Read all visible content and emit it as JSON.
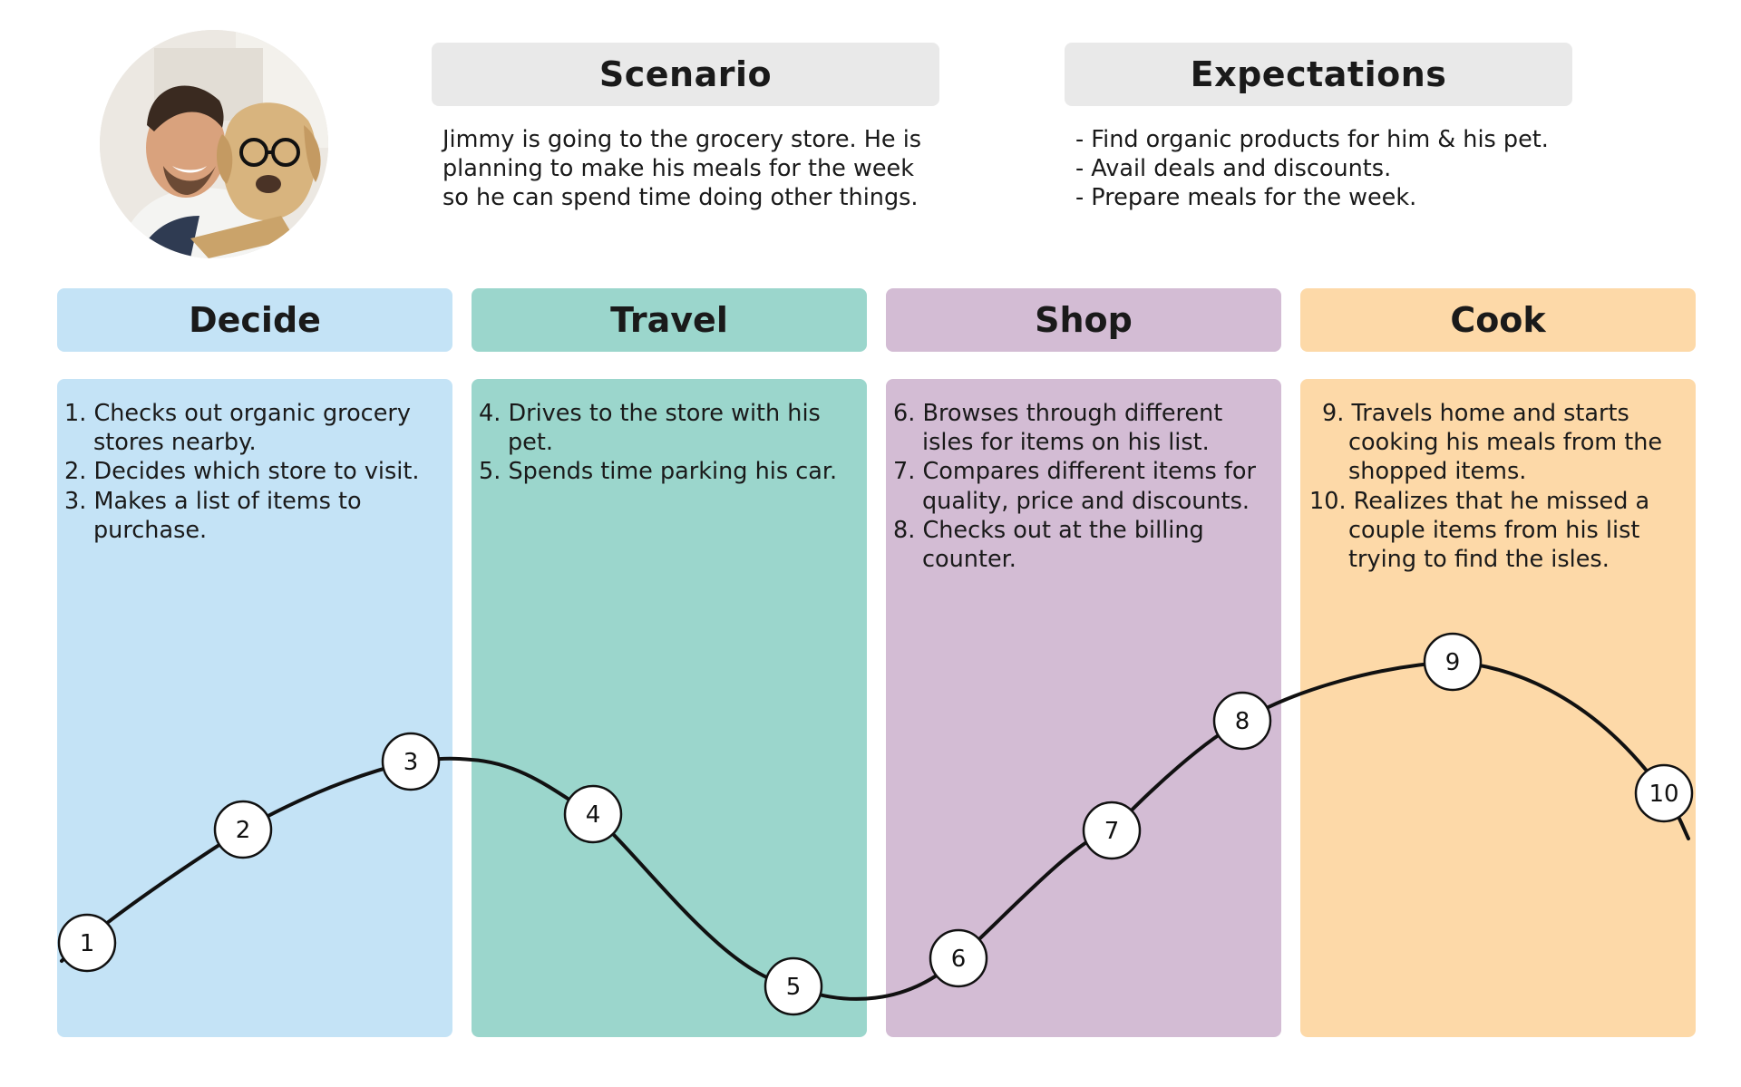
{
  "scenario": {
    "title": "Scenario",
    "lines": [
      "Jimmy is going to the grocery store. He is",
      "planning to make his meals for the week",
      "so he can spend time doing other things."
    ]
  },
  "expectations": {
    "title": "Expectations",
    "lines": [
      "- Find organic products for him & his pet.",
      "- Avail deals and discounts.",
      "- Prepare meals for the week."
    ]
  },
  "stages": [
    {
      "title": "Decide",
      "color": "#c4e3f6",
      "steps": [
        {
          "num": "1.",
          "lines": [
            "Checks out organic grocery",
            "stores nearby."
          ]
        },
        {
          "num": "2.",
          "lines": [
            "Decides which store to visit."
          ]
        },
        {
          "num": "3.",
          "lines": [
            "Makes a list of items to",
            "purchase."
          ]
        }
      ]
    },
    {
      "title": "Travel",
      "color": "#9bd6cc",
      "steps": [
        {
          "num": "4.",
          "lines": [
            "Drives to the store with his",
            "pet."
          ]
        },
        {
          "num": "5.",
          "lines": [
            "Spends time parking his car."
          ]
        }
      ]
    },
    {
      "title": "Shop",
      "color": "#d3bcd4",
      "steps": [
        {
          "num": "6.",
          "lines": [
            "Browses through different",
            "isles for items on his list."
          ]
        },
        {
          "num": "7.",
          "lines": [
            "Compares different items for",
            "quality, price and discounts."
          ]
        },
        {
          "num": "8.",
          "lines": [
            "Checks out at the billing",
            "counter."
          ]
        }
      ]
    },
    {
      "title": "Cook",
      "color": "#fdd9a8",
      "steps": [
        {
          "num": "9.",
          "lines": [
            "Travels home and starts",
            "cooking his meals from the",
            "shopped items."
          ]
        },
        {
          "num": "10.",
          "lines": [
            "Realizes that he missed a",
            "couple items from his list",
            "trying to find the isles."
          ]
        }
      ]
    }
  ],
  "journey_points": [
    "1",
    "2",
    "3",
    "4",
    "5",
    "6",
    "7",
    "8",
    "9",
    "10"
  ]
}
